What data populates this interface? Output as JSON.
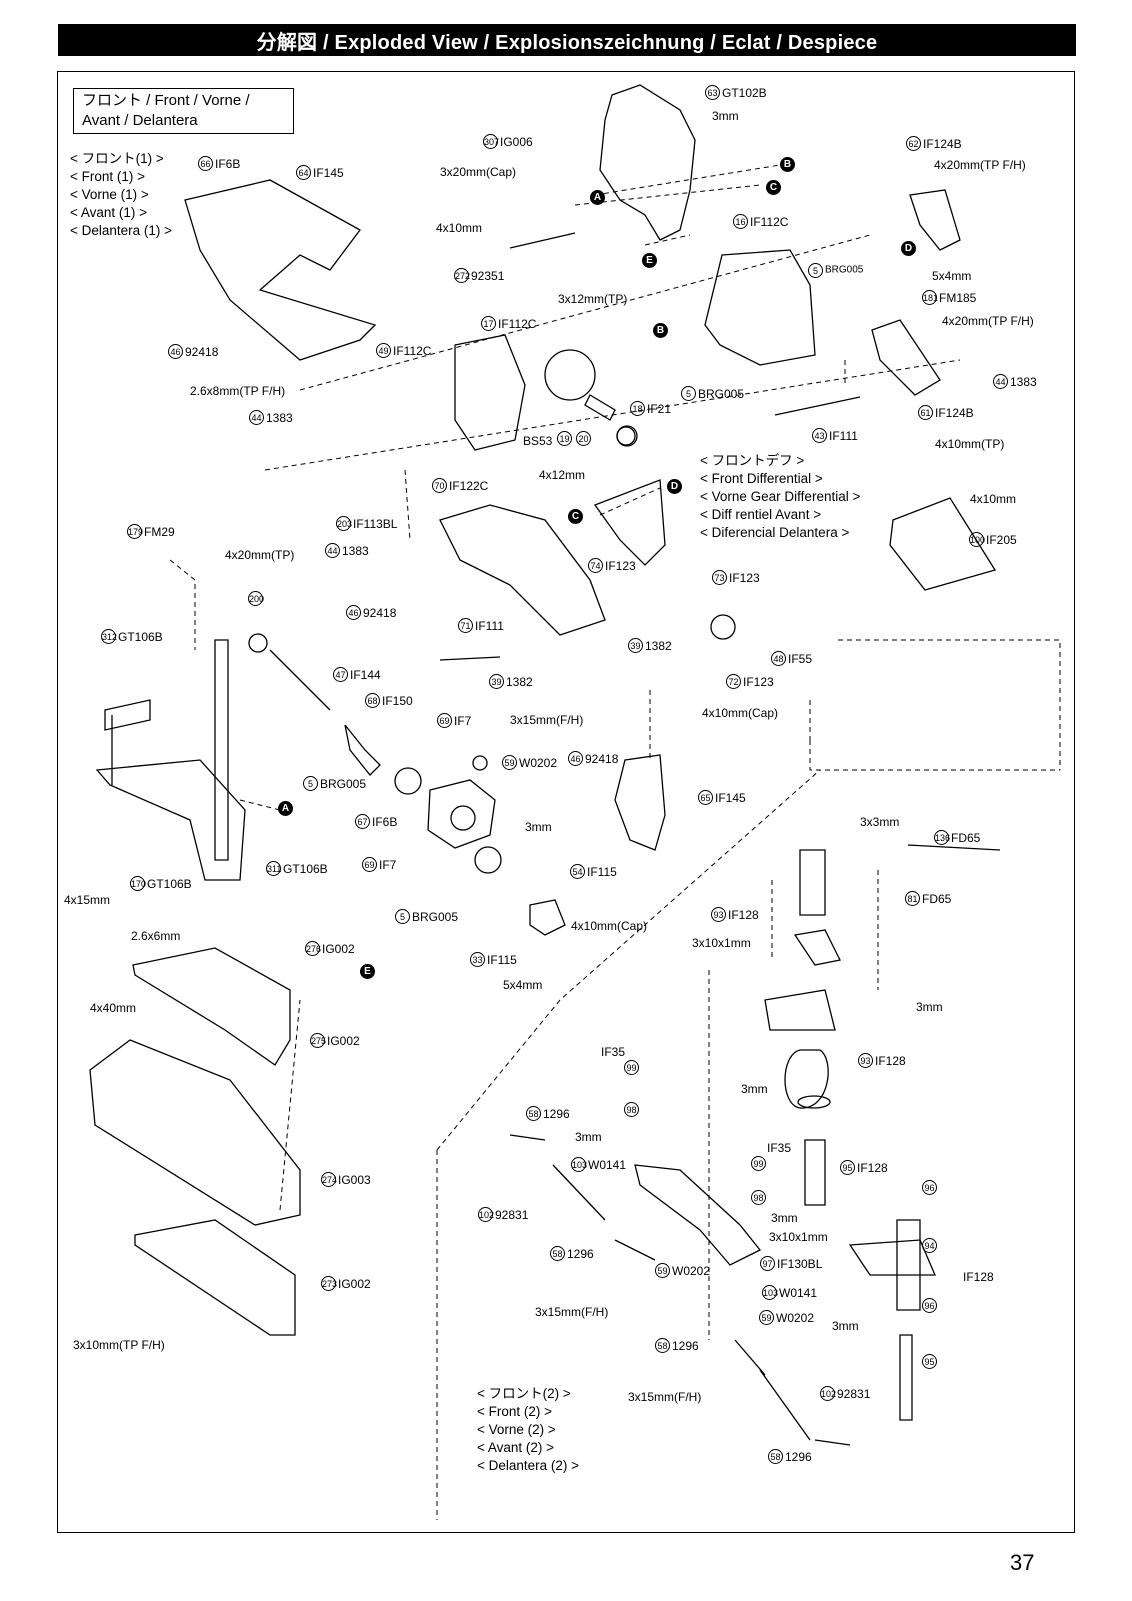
{
  "header": {
    "title": "分解図 / Exploded View / Explosionszeichnung / Eclat  / Despiece"
  },
  "title_box": {
    "line1": "フロント /  Front / Vorne /",
    "line2": "Avant / Delantera"
  },
  "sections": {
    "front1": [
      "< フロント(1) >",
      "< Front (1) >",
      "< Vorne (1) >",
      "< Avant (1) >",
      "< Delantera (1) >"
    ],
    "front_diff": [
      "< フロントデフ >",
      "< Front Differential >",
      "< Vorne Gear Differential >",
      "< Diff rentiel Avant  >",
      "< Diferencial Delantera >"
    ],
    "front2": [
      "< フロント(2) >",
      "< Front (2) >",
      "< Vorne (2) >",
      "< Avant (2) >",
      "< Delantera (2) >"
    ]
  },
  "markers": [
    "A",
    "B",
    "C",
    "D",
    "E"
  ],
  "parts": [
    {
      "num": "63",
      "code": "GT102B"
    },
    {
      "num": "",
      "code": "3mm"
    },
    {
      "num": "307",
      "code": "IG006"
    },
    {
      "num": "",
      "code": "3x20mm(Cap)"
    },
    {
      "num": "",
      "code": "4x10mm"
    },
    {
      "num": "272",
      "code": "92351"
    },
    {
      "num": "",
      "code": "3x12mm(TP)"
    },
    {
      "num": "62",
      "code": "IF124B"
    },
    {
      "num": "",
      "code": "4x20mm(TP F/H)"
    },
    {
      "num": "16",
      "code": "IF112C"
    },
    {
      "num": "5",
      "code": "BRG005"
    },
    {
      "num": "",
      "code": "5x4mm"
    },
    {
      "num": "181",
      "code": "FM185"
    },
    {
      "num": "",
      "code": "4x20mm(TP F/H)"
    },
    {
      "num": "66",
      "code": "IF6B"
    },
    {
      "num": "64",
      "code": "IF145"
    },
    {
      "num": "17",
      "code": "IF112C"
    },
    {
      "num": "46",
      "code": "92418"
    },
    {
      "num": "49",
      "code": "IF112C"
    },
    {
      "num": "",
      "code": "2.6x8mm(TP F/H)"
    },
    {
      "num": "44",
      "code": "1383"
    },
    {
      "num": "18",
      "code": "IF21"
    },
    {
      "num": "5",
      "code": "BRG005"
    },
    {
      "num": "44",
      "code": "1383"
    },
    {
      "num": "61",
      "code": "IF124B"
    },
    {
      "num": "43",
      "code": "IF111"
    },
    {
      "num": "",
      "code": "BS53"
    },
    {
      "num": "19",
      "code": ""
    },
    {
      "num": "20",
      "code": ""
    },
    {
      "num": "",
      "code": "4x10mm(TP)"
    },
    {
      "num": "",
      "code": "4x10mm"
    },
    {
      "num": "100",
      "code": "IF205"
    },
    {
      "num": "70",
      "code": "IF122C"
    },
    {
      "num": "",
      "code": "4x12mm"
    },
    {
      "num": "203",
      "code": "IF113BL"
    },
    {
      "num": "",
      "code": "4x20mm(TP)"
    },
    {
      "num": "44",
      "code": "1383"
    },
    {
      "num": "179",
      "code": "FM29"
    },
    {
      "num": "74",
      "code": "IF123"
    },
    {
      "num": "73",
      "code": "IF123"
    },
    {
      "num": "200",
      "code": ""
    },
    {
      "num": "312",
      "code": "GT106B"
    },
    {
      "num": "46",
      "code": "92418"
    },
    {
      "num": "71",
      "code": "IF111"
    },
    {
      "num": "39",
      "code": "1382"
    },
    {
      "num": "48",
      "code": "IF55"
    },
    {
      "num": "47",
      "code": "IF144"
    },
    {
      "num": "39",
      "code": "1382"
    },
    {
      "num": "72",
      "code": "IF123"
    },
    {
      "num": "68",
      "code": "IF150"
    },
    {
      "num": "69",
      "code": "IF7"
    },
    {
      "num": "",
      "code": "3x15mm(F/H)"
    },
    {
      "num": "",
      "code": "4x10mm(Cap)"
    },
    {
      "num": "59",
      "code": "W0202"
    },
    {
      "num": "46",
      "code": "92418"
    },
    {
      "num": "5",
      "code": "BRG005"
    },
    {
      "num": "65",
      "code": "IF145"
    },
    {
      "num": "67",
      "code": "IF6B"
    },
    {
      "num": "",
      "code": "3mm"
    },
    {
      "num": "69",
      "code": "IF7"
    },
    {
      "num": "54",
      "code": "IF115"
    },
    {
      "num": "",
      "code": "4x15mm"
    },
    {
      "num": "170",
      "code": "GT106B"
    },
    {
      "num": "311",
      "code": "GT106B"
    },
    {
      "num": "",
      "code": "2.6x6mm"
    },
    {
      "num": "5",
      "code": "BRG005"
    },
    {
      "num": "",
      "code": "4x10mm(Cap)"
    },
    {
      "num": "33",
      "code": "IF115"
    },
    {
      "num": "",
      "code": "5x4mm"
    },
    {
      "num": "276",
      "code": "IG002"
    },
    {
      "num": "",
      "code": "4x40mm"
    },
    {
      "num": "275",
      "code": "IG002"
    },
    {
      "num": "274",
      "code": "IG003"
    },
    {
      "num": "273",
      "code": "IG002"
    },
    {
      "num": "",
      "code": "3x10mm(TP F/H)"
    },
    {
      "num": "",
      "code": "3x3mm"
    },
    {
      "num": "136",
      "code": "FD65"
    },
    {
      "num": "81",
      "code": "FD65"
    },
    {
      "num": "93",
      "code": "IF128"
    },
    {
      "num": "",
      "code": "3x10x1mm"
    },
    {
      "num": "",
      "code": "3mm"
    },
    {
      "num": "93",
      "code": "IF128"
    },
    {
      "num": "",
      "code": "3mm"
    },
    {
      "num": "",
      "code": "IF35"
    },
    {
      "num": "99",
      "code": ""
    },
    {
      "num": "98",
      "code": ""
    },
    {
      "num": "58",
      "code": "1296"
    },
    {
      "num": "",
      "code": "3mm"
    },
    {
      "num": "103",
      "code": "W0141"
    },
    {
      "num": "",
      "code": "IF35"
    },
    {
      "num": "99",
      "code": ""
    },
    {
      "num": "98",
      "code": ""
    },
    {
      "num": "95",
      "code": "IF128"
    },
    {
      "num": "96",
      "code": ""
    },
    {
      "num": "102",
      "code": "92831"
    },
    {
      "num": "",
      "code": "3mm"
    },
    {
      "num": "",
      "code": "3x10x1mm"
    },
    {
      "num": "94",
      "code": ""
    },
    {
      "num": "58",
      "code": "1296"
    },
    {
      "num": "59",
      "code": "W0202"
    },
    {
      "num": "97",
      "code": "IF130BL"
    },
    {
      "num": "",
      "code": "IF128"
    },
    {
      "num": "103",
      "code": "W0141"
    },
    {
      "num": "",
      "code": "3x15mm(F/H)"
    },
    {
      "num": "59",
      "code": "W0202"
    },
    {
      "num": "",
      "code": "3mm"
    },
    {
      "num": "96",
      "code": ""
    },
    {
      "num": "58",
      "code": "1296"
    },
    {
      "num": "95",
      "code": ""
    },
    {
      "num": "",
      "code": "3x15mm(F/H)"
    },
    {
      "num": "102",
      "code": "92831"
    },
    {
      "num": "58",
      "code": "1296"
    }
  ],
  "page_number": "37"
}
